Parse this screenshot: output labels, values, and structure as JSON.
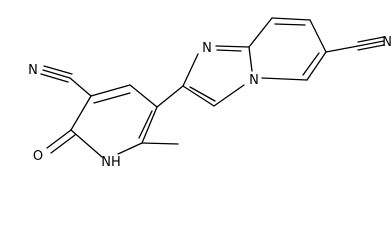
{
  "molecule": {
    "atoms": {
      "nitrile_left_n": "N",
      "carbonyl_o": "O",
      "ring_nh": "NH",
      "imidazole_n": "N",
      "bridgehead_n": "N",
      "nitrile_right_n": "N"
    }
  },
  "colors": {
    "bond": "#000000",
    "label": "#000000",
    "background": "#ffffff"
  }
}
